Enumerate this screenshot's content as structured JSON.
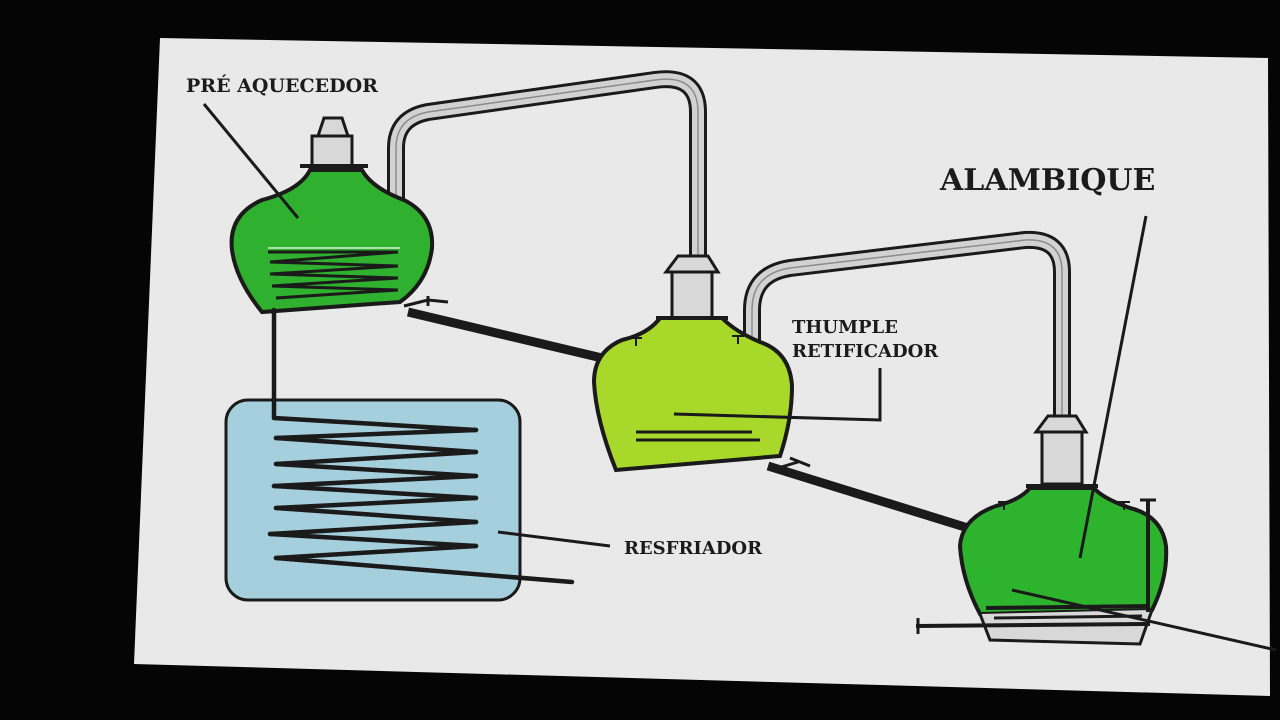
{
  "labels": {
    "preheater": "PRÉ AQUECEDOR",
    "alembic": "ALAMBIQUE",
    "thumper_line1": "THUMPLE",
    "thumper_line2": "RETIFICADOR",
    "cooler": "RESFRIADOR"
  },
  "colors": {
    "slide_background": "#e9e9e9",
    "preheater_liquid": "#2fb12f",
    "thumper_liquid": "#a8d82a",
    "alembic_liquid": "#2db32d",
    "cooler_water": "#a5cfdc",
    "outline": "#1a1a1a",
    "pipe_fill": "#cfcfcf"
  }
}
